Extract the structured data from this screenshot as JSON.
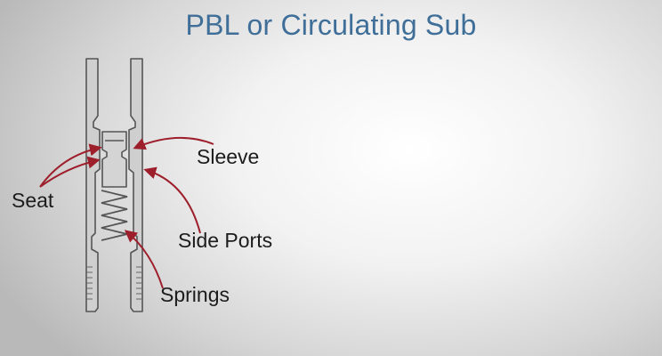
{
  "title": "PBL or Circulating Sub",
  "labels": {
    "sleeve": "Sleeve",
    "seat": "Seat",
    "side_ports": "Side Ports",
    "springs": "Springs"
  },
  "colors": {
    "title": "#3f6f98",
    "arrow": "#9e1f2c",
    "outline": "#555555",
    "body_fill": "#cfcfcf"
  }
}
